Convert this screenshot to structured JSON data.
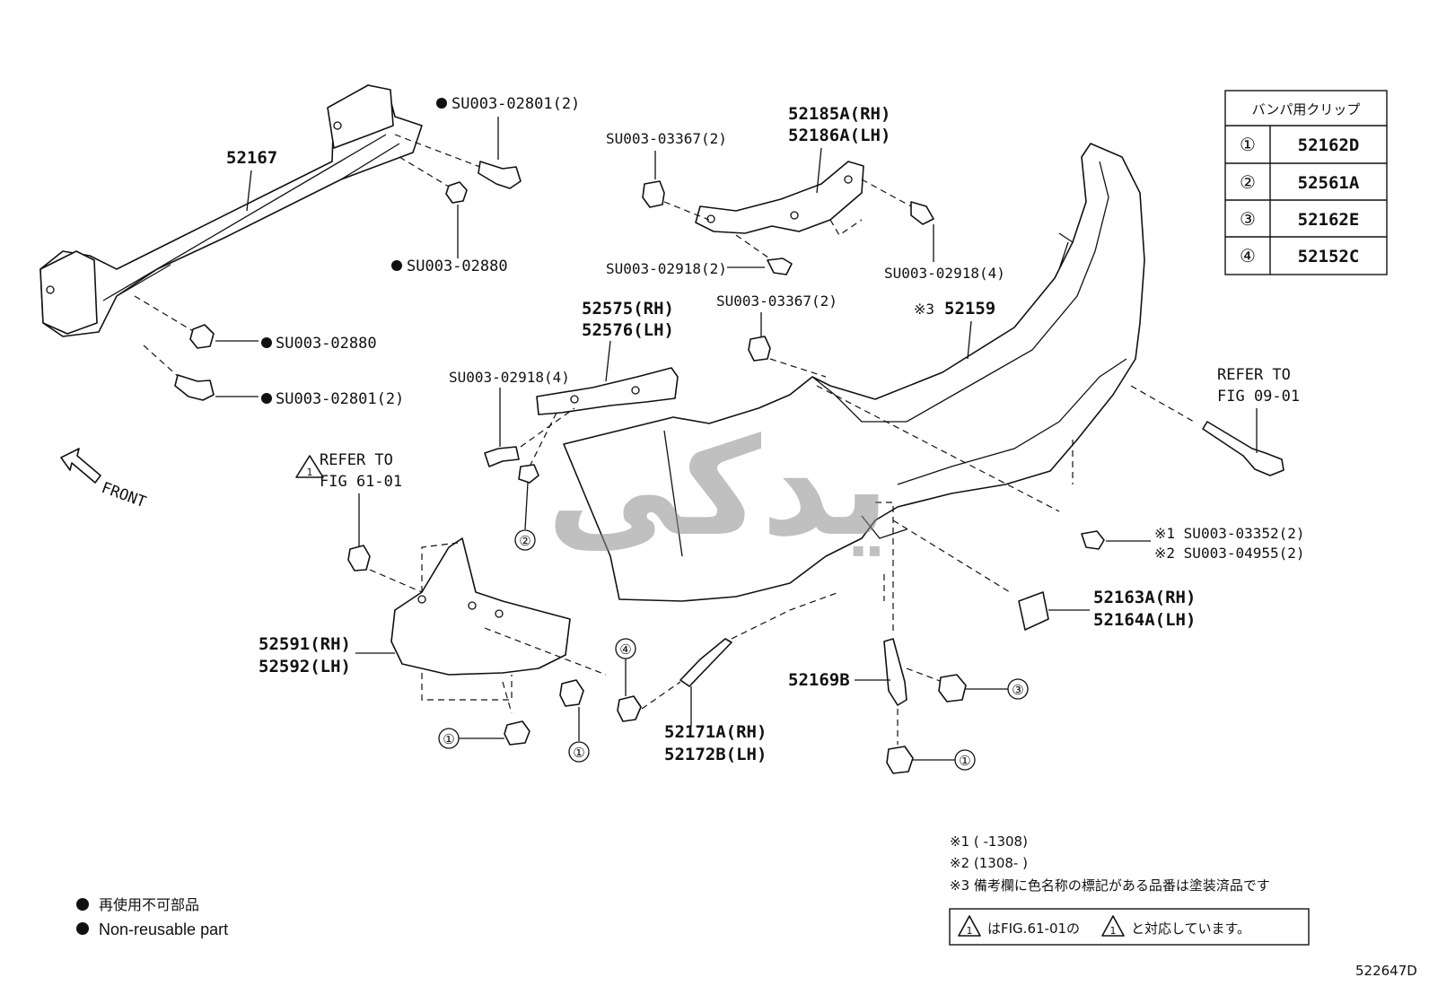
{
  "labels": {
    "crossmember": "52167",
    "bolt_top": "SU003-02801(2)",
    "nut_top": "SU003-02880",
    "nut_left": "SU003-02880",
    "bolt_left": "SU003-02801(2)",
    "front_text": "FRONT",
    "clip_top_a": "SU003-03367(2)",
    "screw_mid": "SU003-02918(2)",
    "bracket_upper_rh": "52185A(RH)",
    "bracket_upper_lh": "52186A(LH)",
    "screw_right_top": "SU003-02918(4)",
    "clip_top_b": "SU003-03367(2)",
    "bumper_mark": "※3",
    "bumper": "52159",
    "side_bracket_rh": "52575(RH)",
    "side_bracket_lh": "52576(LH)",
    "screw_side": "SU003-02918(4)",
    "refer_left_a": "REFER TO",
    "refer_left_b": "FIG 61-01",
    "refer_right_a": "REFER TO",
    "refer_right_b": "FIG 09-01",
    "screw_note1": "※1 SU003-03352(2)",
    "screw_note2": "※2 SU003-04955(2)",
    "reflector_rh": "52163A(RH)",
    "reflector_lh": "52164A(LH)",
    "protector_rh": "52591(RH)",
    "protector_lh": "52592(LH)",
    "retainer": "52169B",
    "seal_rh": "52171A(RH)",
    "seal_lh": "52172B(LH)",
    "circled": [
      "①",
      "②",
      "③",
      "④"
    ]
  },
  "clip_table": {
    "header": "バンパ用クリップ",
    "rows": [
      {
        "mark": "①",
        "part": "52162D"
      },
      {
        "mark": "②",
        "part": "52561A"
      },
      {
        "mark": "③",
        "part": "52162E"
      },
      {
        "mark": "④",
        "part": "52152C"
      }
    ]
  },
  "notes": {
    "n1": "※1 (      -1308)",
    "n2": "※2 (1308-       )",
    "n3": "※3 備考欄に色名称の標記がある品番は塗装済品です",
    "refer_box_a": "はFIG.61-01の",
    "refer_box_b": "と対応しています。"
  },
  "legend": {
    "jp": "再使用不可部品",
    "en": "Non-reusable part"
  },
  "watermark": "یدکی",
  "diagram_id": "522647D"
}
